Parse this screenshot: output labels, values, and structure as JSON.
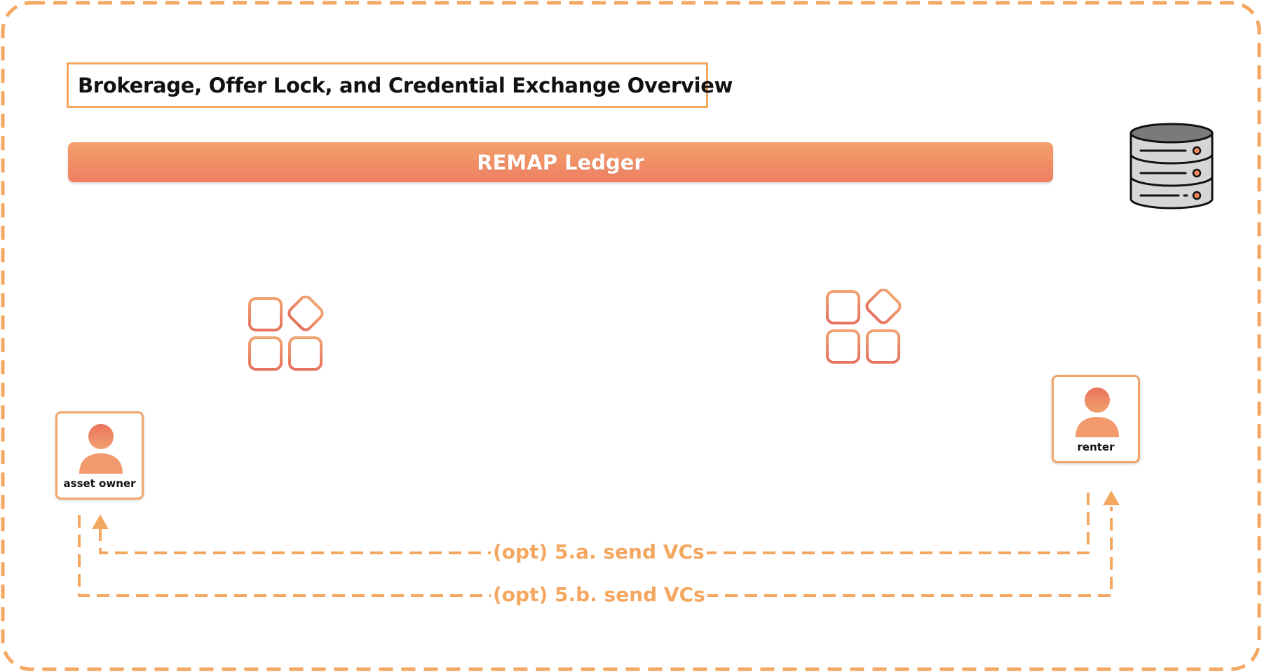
{
  "title": "Brokerage, Offer Lock, and Credential Exchange Overview",
  "ledger": {
    "label": "REMAP Ledger"
  },
  "actors": {
    "asset_owner": "asset owner",
    "renter": "renter"
  },
  "flows": {
    "a": "(opt) 5.a. send VCs",
    "b": "(opt) 5.b. send VCs"
  },
  "icons": {
    "database": "database-icon",
    "app_left": "apps-icon",
    "app_right": "apps-icon",
    "person": "person-icon"
  },
  "colors": {
    "accent": "#f4a760",
    "ledger_top": "#f3a06a",
    "ledger_bottom": "#ef7f63",
    "app_icon": "#e9836a"
  }
}
